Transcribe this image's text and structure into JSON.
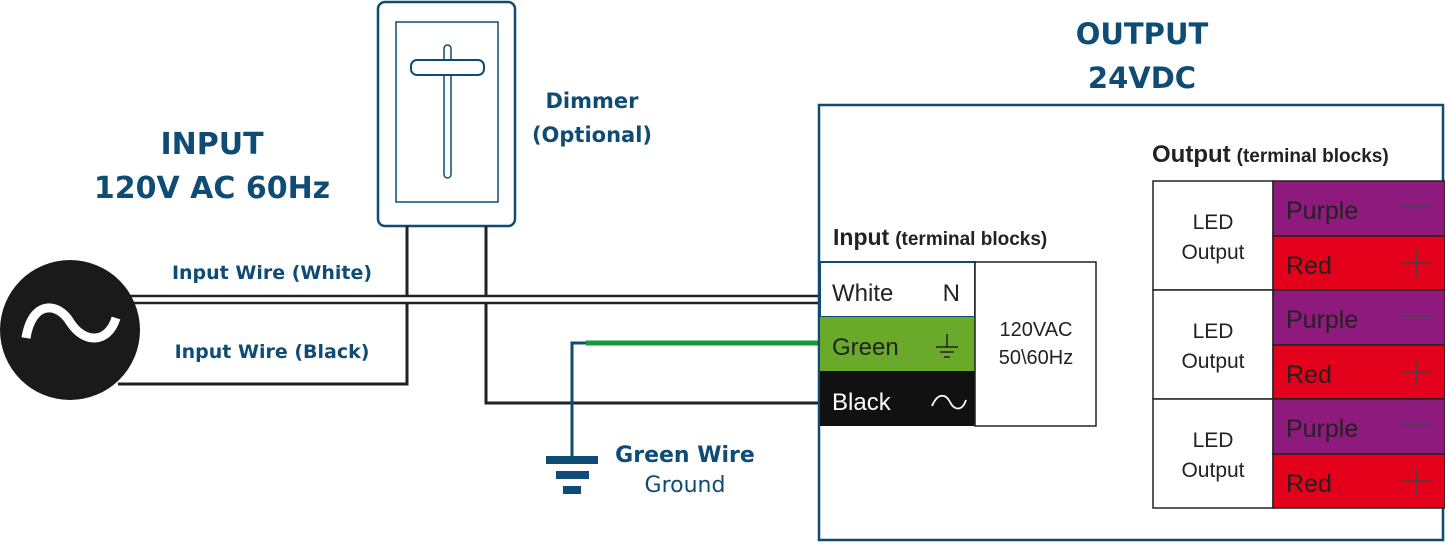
{
  "input_header": {
    "line1": "INPUT",
    "line2": "120V AC 60Hz"
  },
  "output_header": {
    "line1": "OUTPUT",
    "line2": "24VDC"
  },
  "dimmer": {
    "line1": "Dimmer",
    "line2": "(Optional)"
  },
  "wires": {
    "white": "Input Wire (White)",
    "black": "Input Wire (Black)",
    "ground_line1": "Green Wire",
    "ground_line2": "Ground"
  },
  "input_terminal": {
    "title": "Input",
    "subtitle": "(terminal blocks)",
    "rows": [
      {
        "label": "White",
        "symbol": "N",
        "color": "#ffffff"
      },
      {
        "label": "Green",
        "symbol": "ground",
        "color": "#6aaa2a"
      },
      {
        "label": "Black",
        "symbol": "ac",
        "color": "#111111"
      }
    ],
    "spec_line1": "120VAC",
    "spec_line2": "50\\60Hz"
  },
  "output_terminal": {
    "title": "Output",
    "subtitle": "(terminal blocks)",
    "groups": [
      {
        "label_line1": "LED",
        "label_line2": "Output",
        "neg": "Purple",
        "pos": "Red"
      },
      {
        "label_line1": "LED",
        "label_line2": "Output",
        "neg": "Purple",
        "pos": "Red"
      },
      {
        "label_line1": "LED",
        "label_line2": "Output",
        "neg": "Purple",
        "pos": "Red"
      }
    ]
  },
  "colors": {
    "brand_blue": "#0f4c75",
    "purple": "#8e1a7e",
    "red": "#e2001a",
    "green_wire": "#149a3a",
    "green_block": "#6aaa2a"
  }
}
